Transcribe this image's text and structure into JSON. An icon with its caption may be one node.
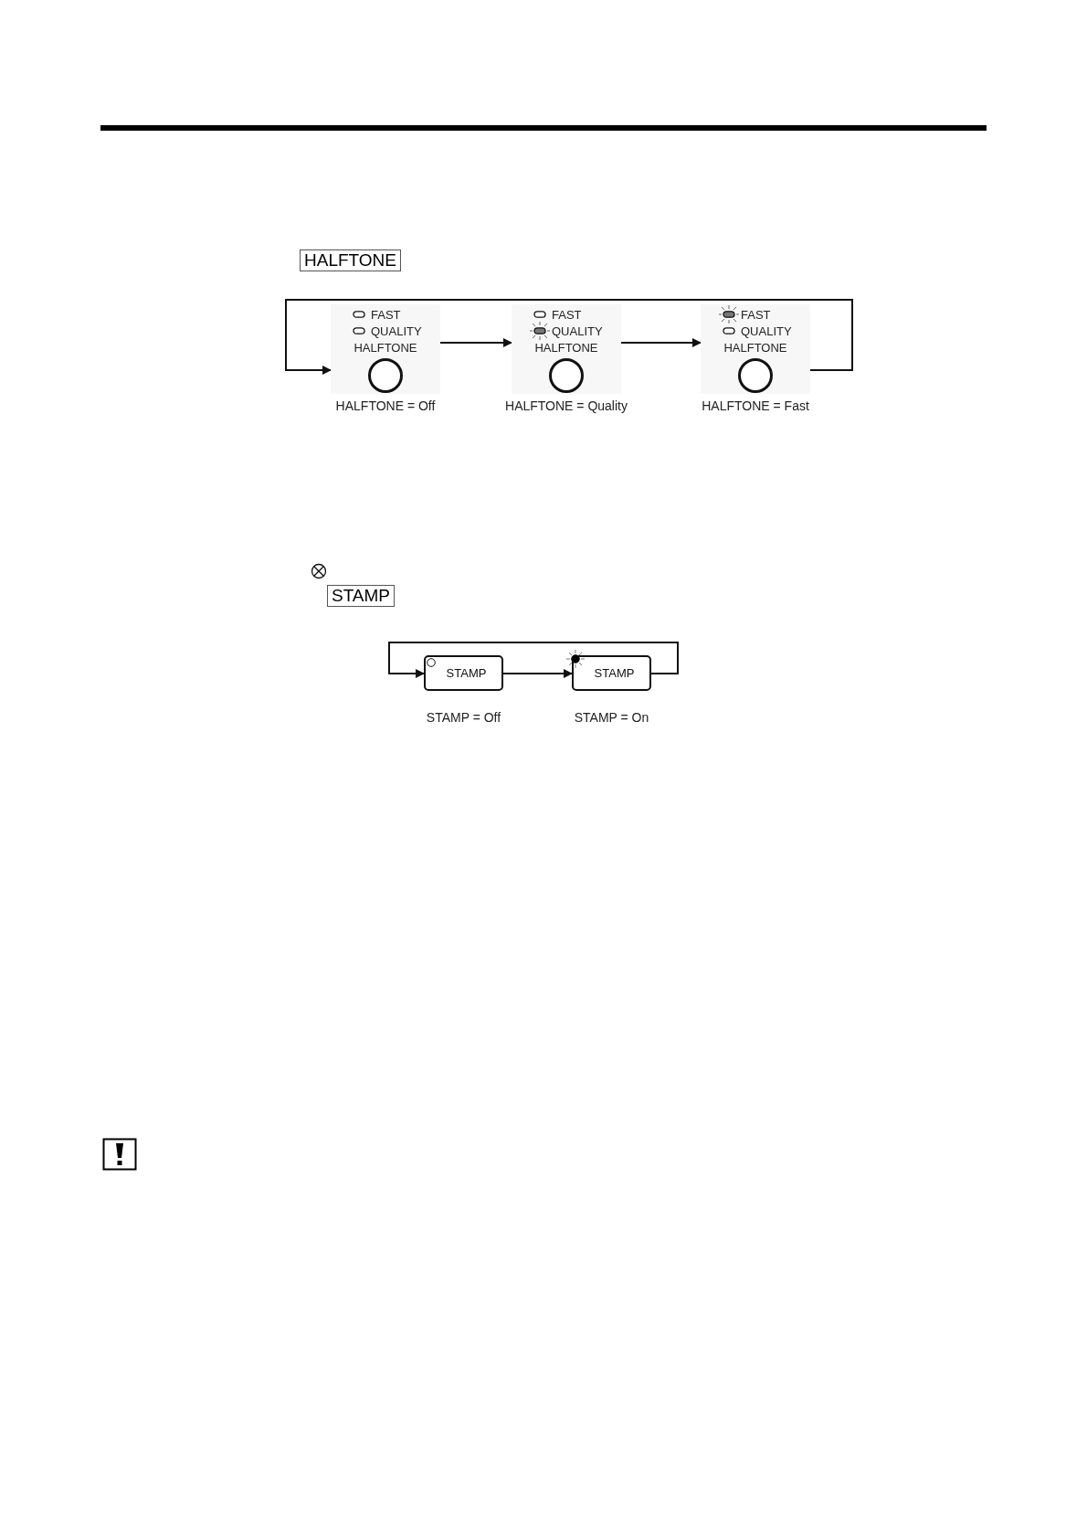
{
  "diagram": {
    "nodes": [
      {
        "text": [
          "FAST",
          "QUALITY",
          "HALFTONE"
        ],
        "beside": [
          "HALFTONE = Off"
        ]
      },
      {
        "text": [
          "FAST",
          "QUALITY",
          "HALFTONE"
        ],
        "beside": [
          "HALFTONE = Quality"
        ]
      },
      {
        "text": [
          "FAST",
          "QUALITY",
          "HALFTONE"
        ],
        "beside": [
          "HALFTONE = Fast"
        ]
      },
      {
        "text": [
          "STAMP"
        ],
        "beside": [
          "STAMP = Off"
        ]
      },
      {
        "text": [
          "STAMP"
        ],
        "beside": [
          "STAMP = On"
        ]
      }
    ],
    "edges": [
      {
        "from": 0,
        "to": 1,
        "arrow": "to"
      },
      {
        "from": 1,
        "to": 2,
        "arrow": "to"
      },
      {
        "from": 2,
        "to": 0,
        "arrow": "to"
      },
      {
        "from": 3,
        "to": 4,
        "arrow": "to"
      },
      {
        "from": 4,
        "to": 3,
        "arrow": "to"
      }
    ],
    "labels": [
      "HALFTONE",
      "STAMP"
    ]
  }
}
